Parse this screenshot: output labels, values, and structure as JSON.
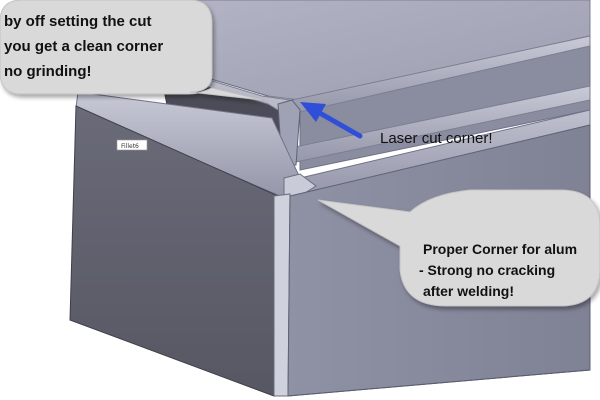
{
  "callouts": {
    "top_left": {
      "lines": [
        "by off setting the cut",
        "you get a clean corner",
        "no grinding!"
      ]
    },
    "arrow_label": "Laser cut corner!",
    "right": {
      "lines": [
        "Proper Corner for alum",
        "- Strong no cracking",
        "after welding!"
      ]
    }
  },
  "feature_tag": "Fillet6",
  "colors": {
    "arrow": "#2f4fd8",
    "bubble_fill": "#d9d9d9",
    "bubble_edge": "#c4c4c4",
    "panel_front": "#5e5f6b",
    "panel_side": "#8c8ea3",
    "top_surface": "#a3a5b8"
  }
}
